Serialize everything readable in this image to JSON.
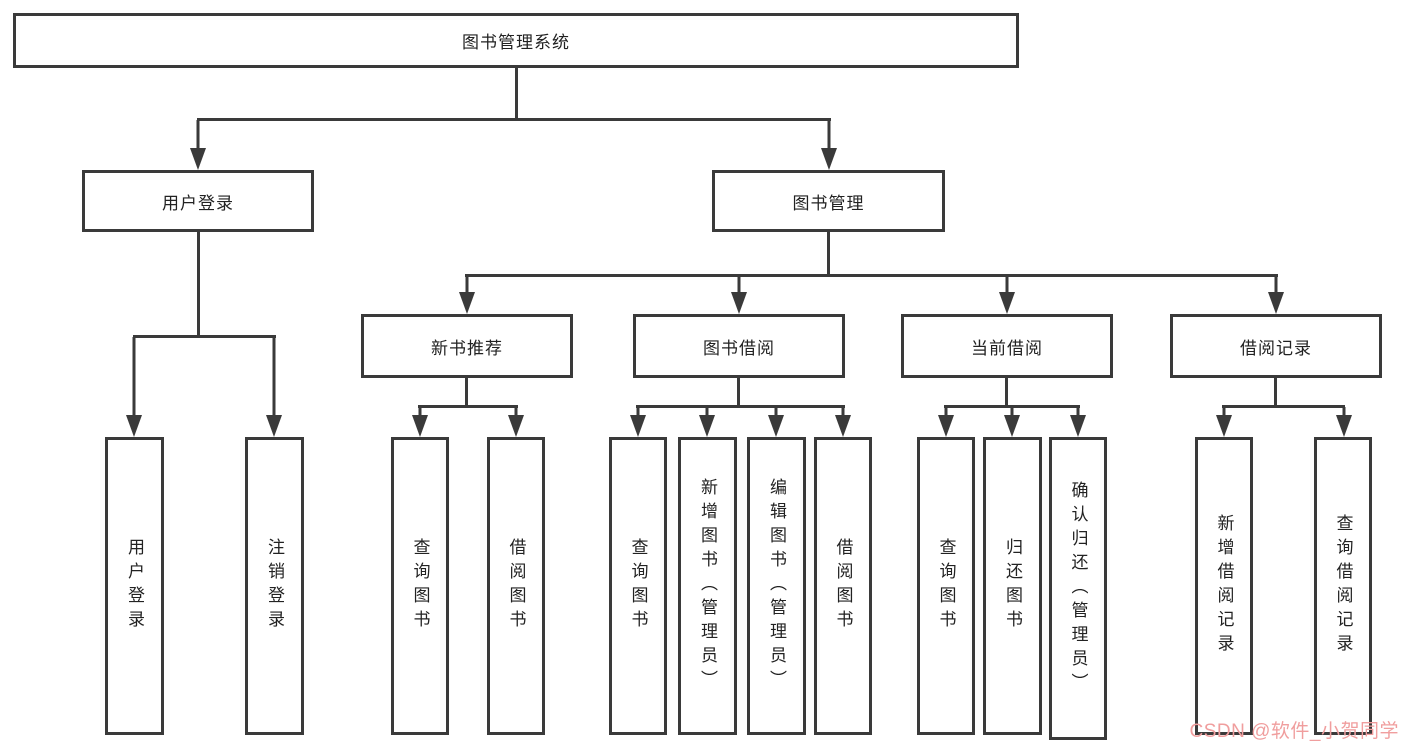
{
  "diagram_type": "hierarchy-tree",
  "tree": {
    "label": "图书管理系统",
    "children": [
      {
        "label": "用户登录",
        "children": [
          {
            "label": "用户登录"
          },
          {
            "label": "注销登录"
          }
        ]
      },
      {
        "label": "图书管理",
        "children": [
          {
            "label": "新书推荐",
            "children": [
              {
                "label": "查询图书"
              },
              {
                "label": "借阅图书"
              }
            ]
          },
          {
            "label": "图书借阅",
            "children": [
              {
                "label": "查询图书"
              },
              {
                "label": "新增图书（管理员）"
              },
              {
                "label": "编辑图书（管理员）"
              },
              {
                "label": "借阅图书"
              }
            ]
          },
          {
            "label": "当前借阅",
            "children": [
              {
                "label": "查询图书"
              },
              {
                "label": "归还图书"
              },
              {
                "label": "确认归还（管理员）"
              }
            ]
          },
          {
            "label": "借阅记录",
            "children": [
              {
                "label": "新增借阅记录"
              },
              {
                "label": "查询借阅记录"
              }
            ]
          }
        ]
      }
    ]
  },
  "watermark": {
    "text": "CSDN @软件_小贺同学",
    "color": "#f09e9e"
  },
  "colors": {
    "line": "#3a3a3a",
    "text": "#222222",
    "background": "#ffffff"
  }
}
